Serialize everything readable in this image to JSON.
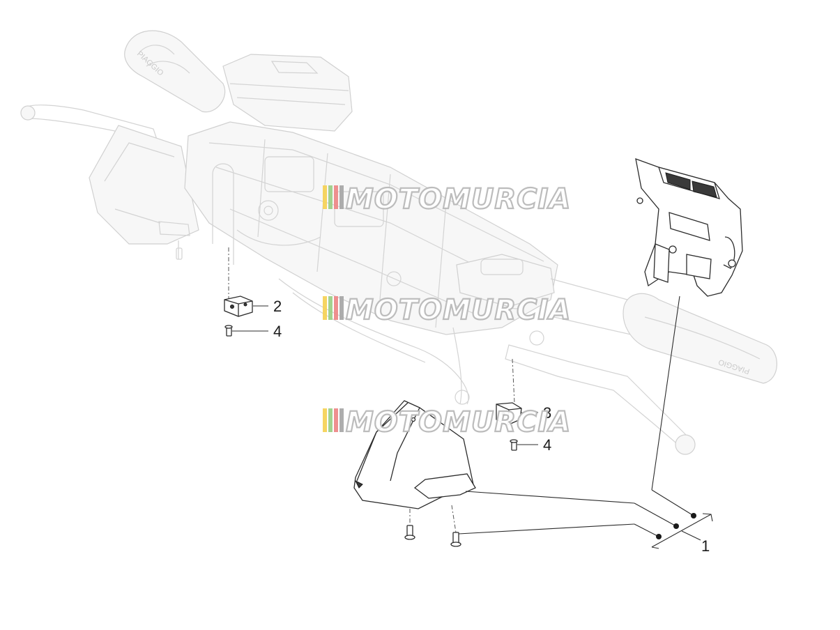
{
  "callouts": {
    "c1": "1",
    "c2": "2",
    "c3": "3",
    "c4a": "4",
    "c4b": "4"
  },
  "watermark": {
    "text": "MOTOMURCIA",
    "stripe_colors": [
      "#f6d35a",
      "#9fd08a",
      "#ee8a8a",
      "#a9a9a9"
    ]
  },
  "grip_logo": {
    "left": "PIAGGIO",
    "right": "PIAGGIO"
  },
  "colors": {
    "ghost_line": "#d3d3d3",
    "part_line": "#2b2b2b",
    "background": "#ffffff"
  }
}
